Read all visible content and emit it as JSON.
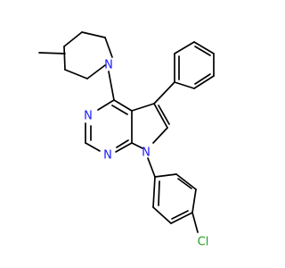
{
  "molecule": {
    "atom_labels": [
      {
        "id": "N_piperidine",
        "text": "N"
      },
      {
        "id": "N_pyrimidine_3",
        "text": "N"
      },
      {
        "id": "N_pyrimidine_1",
        "text": "N"
      },
      {
        "id": "N_pyrrole",
        "text": "N"
      },
      {
        "id": "Cl",
        "text": "Cl"
      }
    ],
    "colors": {
      "nitrogen": "#1a1aff",
      "chlorine": "#1f9e1f",
      "bond": "#000000",
      "background": "#ffffff"
    }
  }
}
